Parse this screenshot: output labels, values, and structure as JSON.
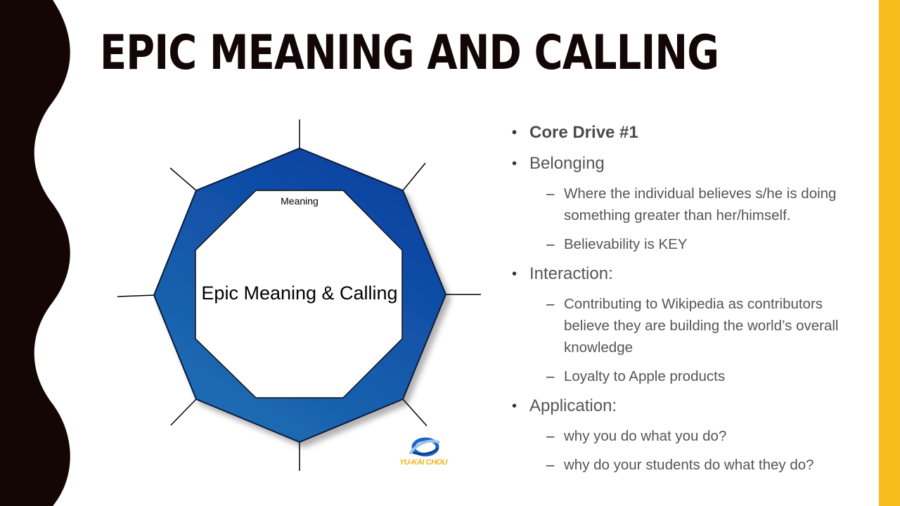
{
  "title": "EPIC MEANING AND CALLING",
  "diagram": {
    "outer_label": "Meaning",
    "center_label": "Epic Meaning & Calling"
  },
  "logo": {
    "text": "YU-KAI CHOU"
  },
  "bullets": [
    {
      "text": "Core Drive #1",
      "bold": true
    },
    {
      "text": "Belonging"
    },
    {
      "text": "Where the individual believes s/he is doing something greater than her/himself."
    },
    {
      "text": "Believability is KEY"
    },
    {
      "text": "Interaction:"
    },
    {
      "text": "Contributing to Wikipedia as contributors believe they are building the world’s overall knowledge"
    },
    {
      "text": "Loyalty to Apple products"
    },
    {
      "text": "Application:"
    },
    {
      "text": "why you do what you do?"
    },
    {
      "text": "why do your students do what they do?"
    }
  ],
  "colors": {
    "left_band": "#150606",
    "right_band": "#f6bd1c",
    "octagon_dark": "#0a3fa0",
    "octagon_light": "#1e6fb4",
    "logo_gold": "#f2b21c"
  }
}
